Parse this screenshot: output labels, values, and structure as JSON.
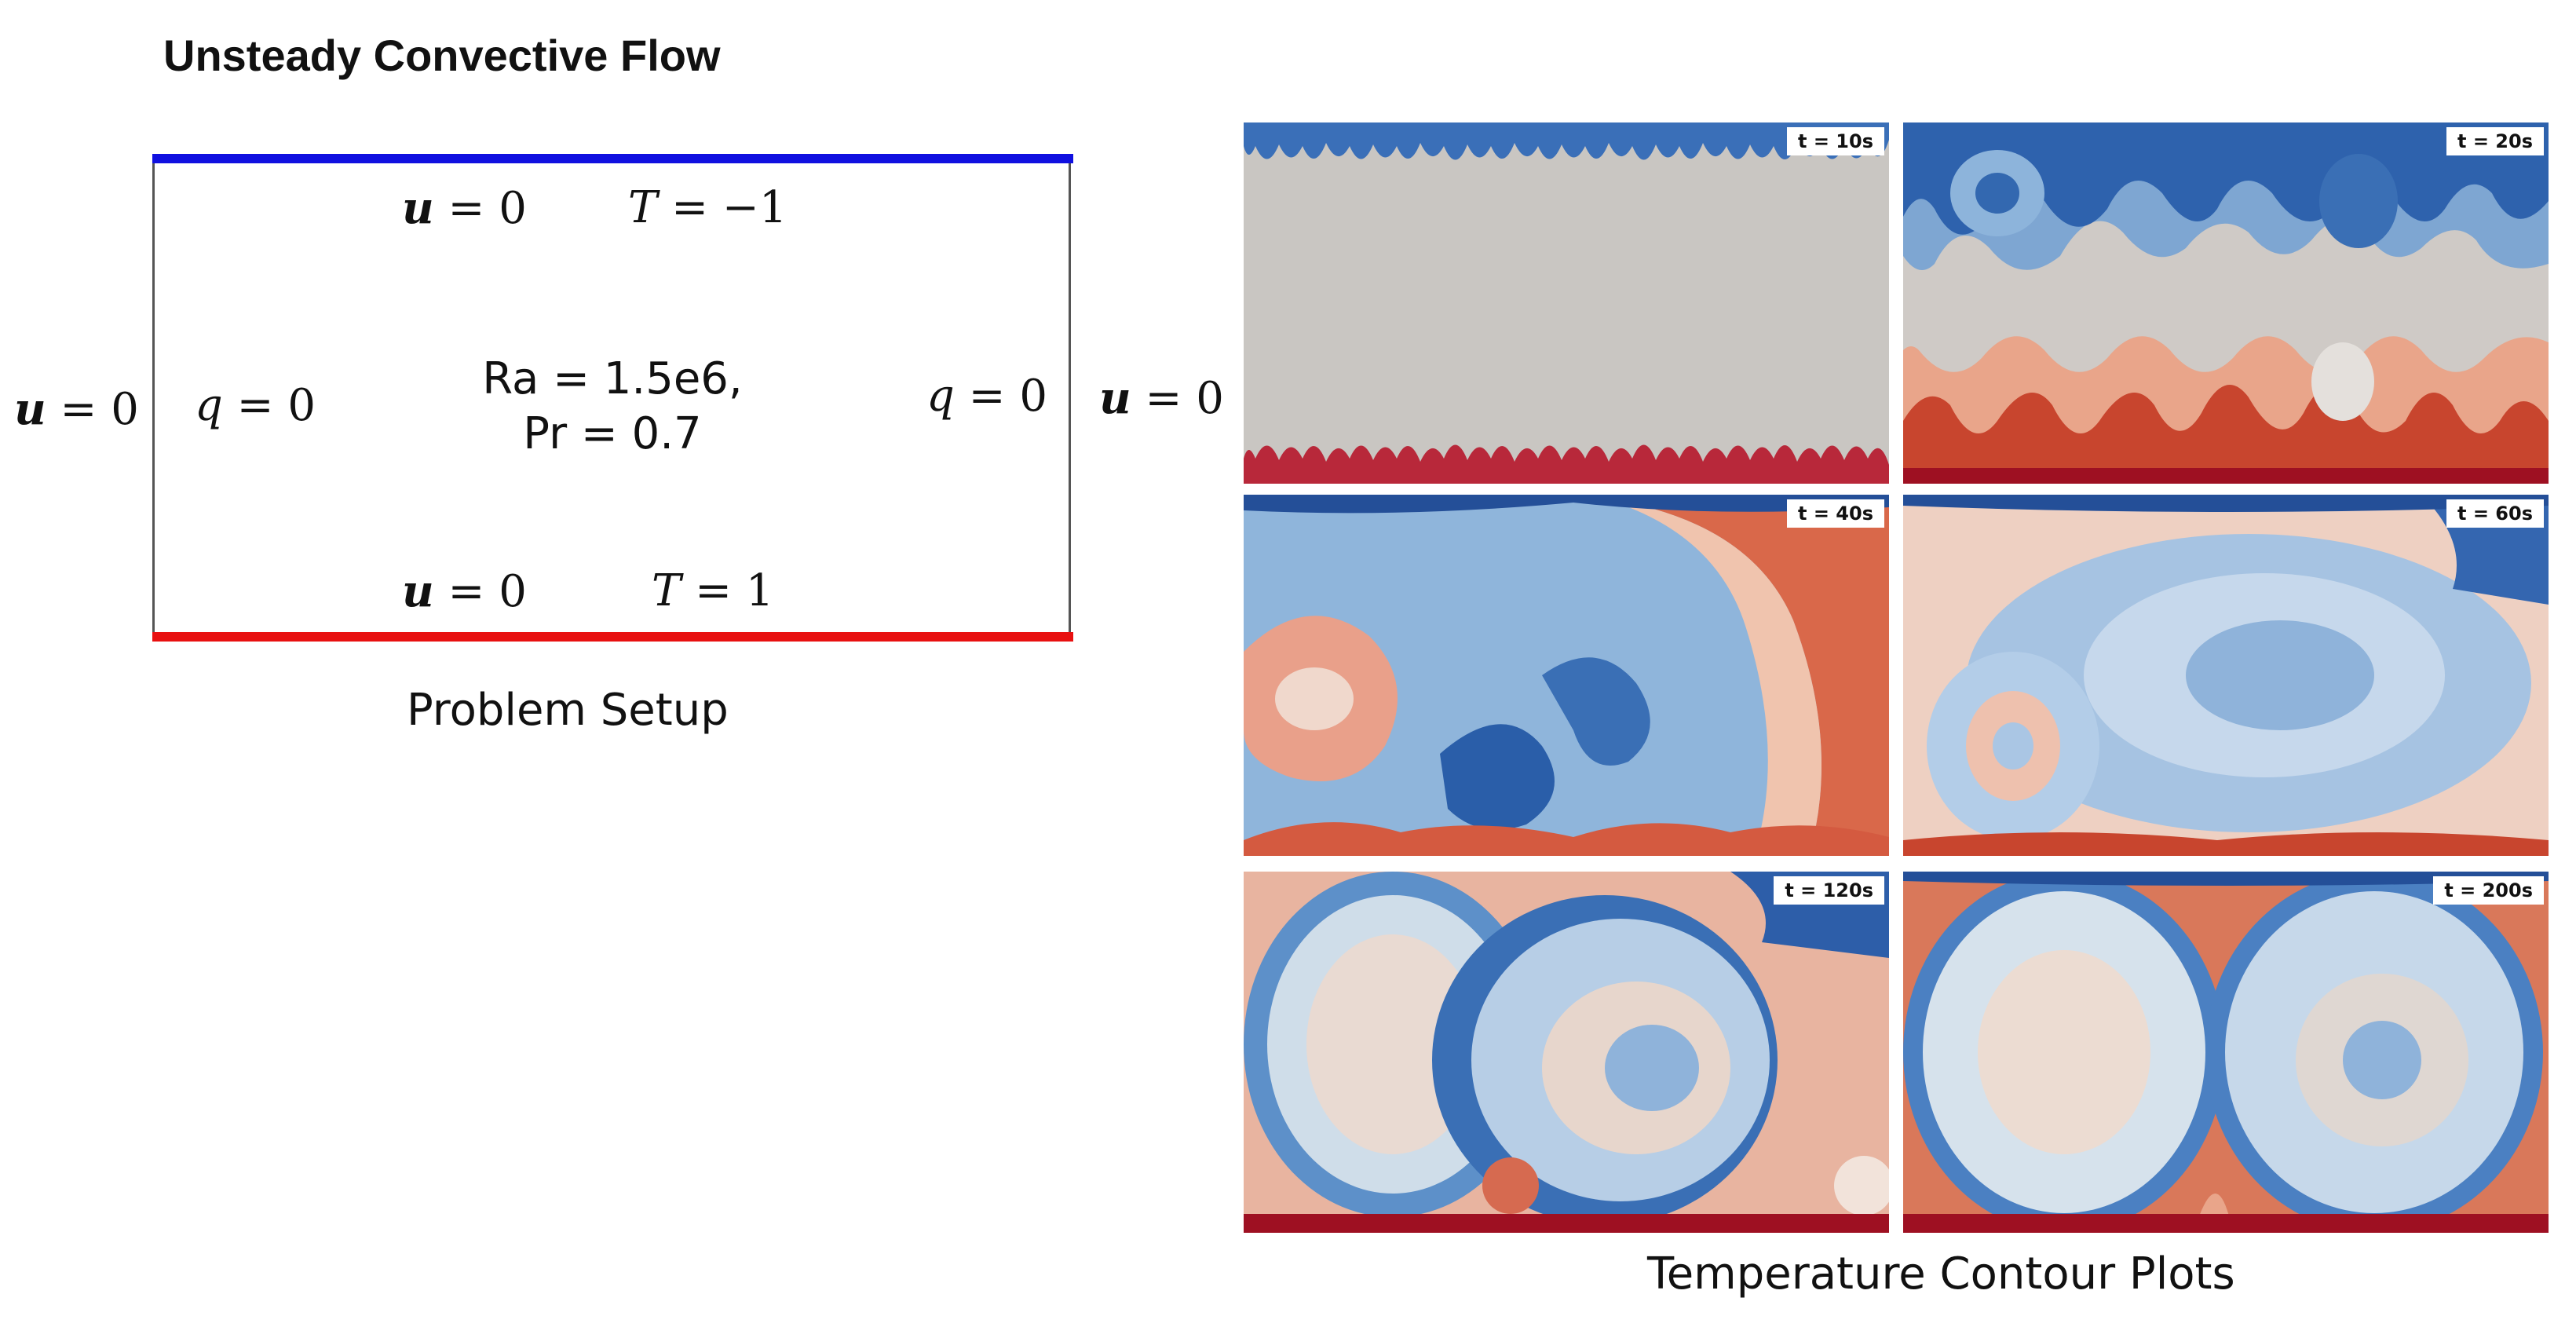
{
  "title": "Unsteady Convective Flow",
  "setup": {
    "top_u": "= 0",
    "top_T": "= −1",
    "bottom_u": "= 0",
    "bottom_T": "= 1",
    "left_outer_u": "= 0",
    "left_q": "= 0",
    "right_q": "= 0",
    "right_outer_u": "= 0",
    "params_line1": "Ra = 1.5e6,",
    "params_line2": "Pr = 0.7",
    "caption": "Problem Setup",
    "colors": {
      "hot_wall": "#e81010",
      "cold_wall": "#1010e0"
    }
  },
  "contours": {
    "caption": "Temperature Contour Plots",
    "colors": {
      "hot": "#b2182b",
      "cold": "#2166ac",
      "neutral": "#c9c6c2"
    },
    "panels": [
      {
        "label": "t = 10s"
      },
      {
        "label": "t = 20s"
      },
      {
        "label": "t = 40s"
      },
      {
        "label": "t = 60s"
      },
      {
        "label": "t = 120s"
      },
      {
        "label": "t = 200s"
      }
    ]
  }
}
